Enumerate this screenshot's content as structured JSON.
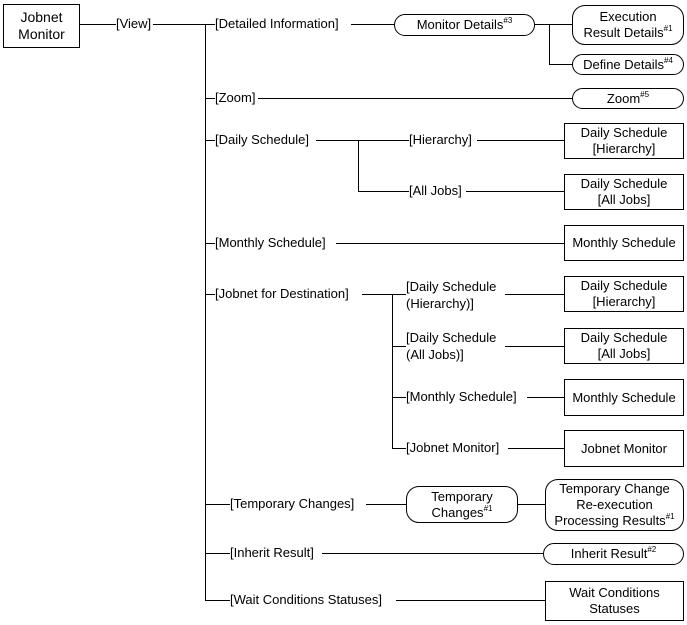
{
  "root": [
    "Jobnet",
    "Monitor"
  ],
  "view_menu": "[View]",
  "menus": {
    "detailed_information": "[Detailed Information]",
    "zoom": "[Zoom]",
    "daily_schedule": "[Daily Schedule]",
    "monthly_schedule": "[Monthly Schedule]",
    "jobnet_for_destination": "[Jobnet for Destination]",
    "temporary_changes": "[Temporary Changes]",
    "inherit_result": "[Inherit Result]",
    "wait_conditions_statuses": "[Wait Conditions Statuses]"
  },
  "submenus": {
    "daily_hierarchy": "[Hierarchy]",
    "daily_all_jobs": "[All Jobs]",
    "dest_daily_hierarchy": [
      "[Daily Schedule",
      "(Hierarchy)]"
    ],
    "dest_daily_all_jobs": [
      "[Daily Schedule",
      "(All Jobs)]"
    ],
    "dest_monthly": "[Monthly Schedule]",
    "dest_jobnet_monitor": "[Jobnet Monitor]"
  },
  "windows": {
    "monitor_details": {
      "text": "Monitor Details",
      "note": "#3"
    },
    "execution_result_details": {
      "lines": [
        "Execution",
        "Result Details"
      ],
      "note": "#1"
    },
    "define_details": {
      "text": "Define Details",
      "note": "#4"
    },
    "zoom": {
      "text": "Zoom",
      "note": "#5"
    },
    "daily_hierarchy": [
      "Daily Schedule",
      "[Hierarchy]"
    ],
    "daily_all_jobs": [
      "Daily Schedule",
      "[All Jobs]"
    ],
    "monthly_schedule": "Monthly Schedule",
    "dest_daily_hierarchy": [
      "Daily Schedule",
      "[Hierarchy]"
    ],
    "dest_daily_all_jobs": [
      "Daily Schedule",
      "[All Jobs]"
    ],
    "dest_monthly_schedule": "Monthly Schedule",
    "dest_jobnet_monitor": "Jobnet Monitor",
    "temporary_changes": {
      "lines": [
        "Temporary",
        "Changes"
      ],
      "note": "#1"
    },
    "temp_change_results": {
      "lines": [
        "Temporary Change",
        "Re-execution",
        "Processing Results"
      ],
      "note": "#1"
    },
    "inherit_result": {
      "text": "Inherit Result",
      "note": "#2"
    },
    "wait_conditions_statuses": [
      "Wait Conditions",
      "Statuses"
    ]
  }
}
